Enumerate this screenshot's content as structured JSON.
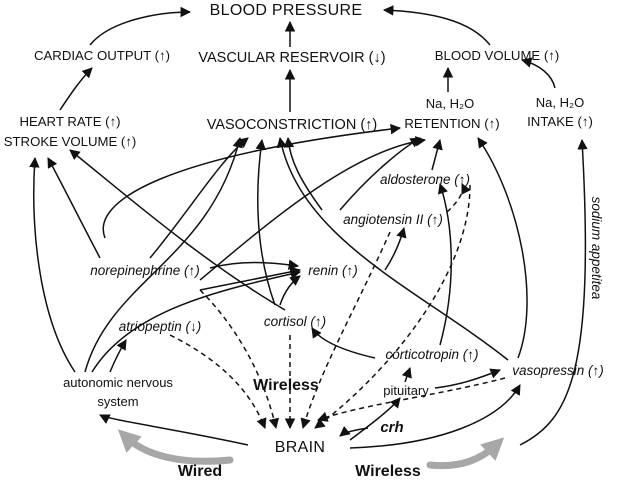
{
  "nodes": {
    "blood_pressure": "BLOOD PRESSURE",
    "cardiac_output": "CARDIAC OUTPUT (↑)",
    "vascular_reservoir": "VASCULAR RESERVOIR (↓)",
    "blood_volume": "BLOOD VOLUME (↑)",
    "heart_rate": "HEART RATE (↑)",
    "stroke_volume": "STROKE VOLUME (↑)",
    "vasoconstriction": "VASOCONSTRICTION (↑)",
    "retention_top": "Na, H₂O",
    "retention": "RETENTION (↑)",
    "intake_top": "Na, H₂O",
    "intake": "INTAKE (↑)",
    "aldosterone": "aldosterone (↑)",
    "angiotensin": "angiotensin II (↑)",
    "sodium_appetite": "sodium appetitea",
    "norepinephrine": "norepinephrine (↑)",
    "renin": "renin (↑)",
    "atriopeptin": "atriopeptin (↓)",
    "cortisol": "cortisol (↑)",
    "corticotropin": "corticotropin (↑)",
    "vasopressin": "vasopressin (↑)",
    "autonomic_1": "autonomic nervous",
    "autonomic_2": "system",
    "wireless_center": "Wireless",
    "pituitary": "pituitary",
    "brain": "BRAIN",
    "crh": "crh",
    "wired": "Wired",
    "wireless_bottom": "Wireless"
  },
  "colors": {
    "ink": "#111111",
    "grey_arrow": "#a7a7a7"
  }
}
